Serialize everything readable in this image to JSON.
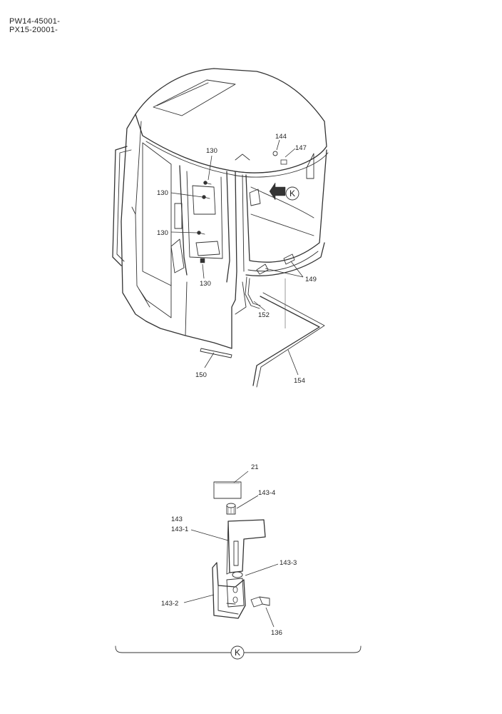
{
  "header": {
    "serial_1": "PW14-45001-",
    "serial_2": "PX15-20001-"
  },
  "view_marker": "K",
  "callouts": {
    "c144": "144",
    "c147": "147",
    "c130a": "130",
    "c130b": "130",
    "c130c": "130",
    "c130d": "130",
    "c149": "149",
    "c152": "152",
    "c150": "150",
    "c154": "154",
    "c21": "21",
    "c143_4": "143-4",
    "c143": "143",
    "c143_1": "143-1",
    "c143_3": "143-3",
    "c143_2": "143-2",
    "c136": "136"
  }
}
